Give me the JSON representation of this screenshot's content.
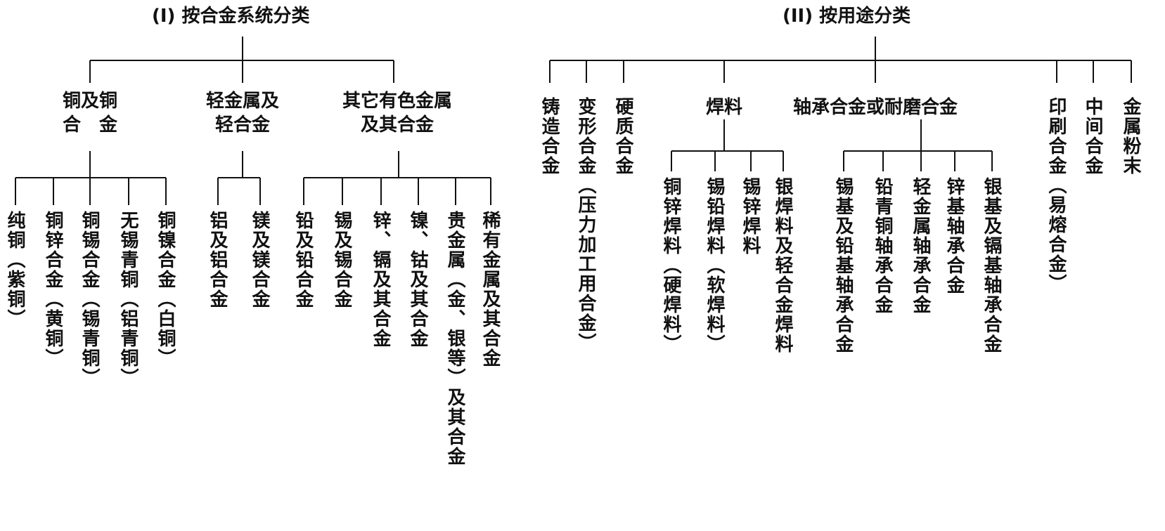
{
  "part1": {
    "title": "(I) 按合金系统分类",
    "groups": [
      {
        "label": "铜及铜\n合　金",
        "items": [
          "纯铜（紫铜）",
          "铜锌合金（黄铜）",
          "铜锡合金（锡青铜）",
          "无锡青铜（铝青铜）",
          "铜镍合金（白铜）"
        ]
      },
      {
        "label": "轻金属及\n轻合金",
        "items": [
          "铝及铝合金",
          "镁及镁合金"
        ]
      },
      {
        "label": "其它有色金属\n及其合金",
        "items": [
          "铅及铅合金",
          "锡及锡合金",
          "锌、镉及其合金",
          "镍、钴及其合金",
          "贵金属（金、银等）及其合金",
          "稀有金属及其合金"
        ]
      }
    ]
  },
  "part2": {
    "title": "(II) 按用途分类",
    "leaves": [
      "铸造合金",
      "变形合金（压力加工用合金）",
      "硬质合金",
      "印刷合金（易熔合金）",
      "中间合金",
      "金属粉末"
    ],
    "groups": [
      {
        "label": "焊料",
        "items": [
          "铜锌焊料（硬焊料）",
          "锡铅焊料（软焊料）",
          "锡锌焊料",
          "银焊料及轻合金焊料"
        ]
      },
      {
        "label": "轴承合金或耐磨合金",
        "items": [
          "锡基及铅基轴承合金",
          "铅青铜轴承合金",
          "轻金属轴承合金",
          "锌基轴承合金",
          "银基及镉基轴承合金"
        ]
      }
    ]
  }
}
